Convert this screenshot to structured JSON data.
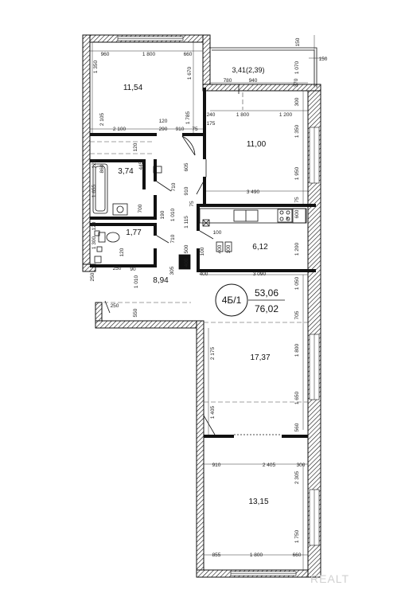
{
  "apartment": {
    "code": "4Б/1",
    "living_area": "53,06",
    "total_area": "76,02"
  },
  "rooms": {
    "bedroom_top": "11,54",
    "balcony": "3,41",
    "balcony_sub": "(2,39)",
    "room_right_top": "11,00",
    "bath": "3,74",
    "kitchen": "6,12",
    "wc": "1,77",
    "hall": "8,94",
    "living": "17,37",
    "bedroom_bottom": "13,15"
  },
  "kitchen_mark": "x",
  "dims": {
    "d150a": "150",
    "d150b": "150",
    "d960": "960",
    "d1800a": "1 800",
    "d660a": "660",
    "d1070": "1 070",
    "d1350a": "1 350",
    "d1670": "1 670",
    "d780": "780",
    "d940": "940",
    "d370": "370",
    "d300a": "300",
    "d240": "240",
    "d1800b": "1 800",
    "d1200a": "1 200",
    "d175": "175",
    "d2105": "2 105",
    "d1785": "1 785",
    "d120a": "120",
    "d2100": "2 100",
    "d290": "290",
    "d910a": "910",
    "d75a": "75",
    "d1350b": "1 350",
    "d120b": "120",
    "d445": "445",
    "d605": "605",
    "d860": "860",
    "d120c": "120",
    "d1950": "1 950",
    "d1655": "1 655",
    "d710a": "710",
    "d910b": "910",
    "d3490": "3 490",
    "d75b": "75",
    "d700": "700",
    "d190": "190",
    "d1010a": "1 010",
    "d75c": "75",
    "d1115": "1 115",
    "d600": "600",
    "d120d": "120",
    "d1300": "1 300",
    "d710b": "710",
    "d100a": "100",
    "d400a": "400",
    "d100b": "100",
    "d500": "500",
    "d1200b": "1 200",
    "d120e": "120",
    "d100c": "100",
    "d90": "90",
    "d305": "305",
    "d400b": "400",
    "d250a": "250",
    "d250b": "250",
    "d400c": "400",
    "d3090": "3 090",
    "d1010b": "1 010",
    "d1050a": "1 050",
    "d250c": "250",
    "d550": "550",
    "d705": "705",
    "d2175": "2 175",
    "d1800c": "1 800",
    "d1405": "1 405",
    "d1650": "1 650",
    "d560": "560",
    "d910c": "910",
    "d2405": "2 405",
    "d300b": "300",
    "d2305": "2 305",
    "d1750": "1 750",
    "d855": "855",
    "d1800d": "1 800",
    "d660b": "660"
  },
  "watermark": "REALT"
}
